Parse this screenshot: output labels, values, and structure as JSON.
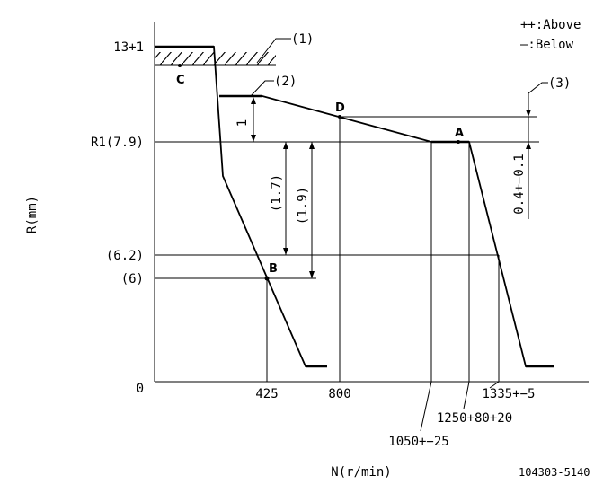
{
  "legend": {
    "above": "++:Above",
    "below": "—:Below"
  },
  "y_axis": {
    "title": "R(mm)",
    "ticks": [
      "13+1",
      "R1(7.9)",
      "(6.2)",
      "(6)",
      "0"
    ]
  },
  "x_axis": {
    "title": "N(r/min)",
    "ticks": [
      "425",
      "800",
      "1335+−5",
      "1250+80+20",
      "1050+−25"
    ]
  },
  "callouts": [
    "(1)",
    "(2)",
    "(3)"
  ],
  "points": [
    "A",
    "B",
    "C",
    "D"
  ],
  "dimensions": [
    "1",
    "(1.7)",
    "(1.9)",
    "0.4+−0.1"
  ],
  "part_number": "104303-5140"
}
